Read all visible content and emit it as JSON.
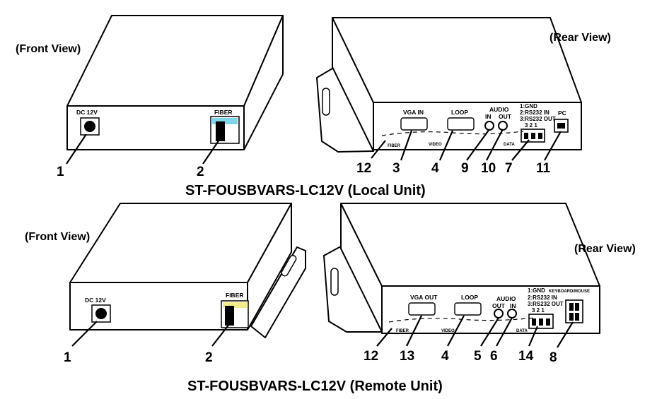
{
  "local_unit": {
    "title": "ST-FOUSBVARS-LC12V (Local Unit)",
    "front": {
      "view_label": "(Front View)",
      "dc_label": "DC 12V",
      "fiber_label": "FIBER"
    },
    "rear": {
      "view_label": "(Rear View)",
      "vga_in_label": "VGA IN",
      "loop_label": "LOOP",
      "audio_label": "AUDIO",
      "audio_in_label": "IN",
      "audio_out_label": "OUT",
      "data_pins": [
        "1:GND",
        "2:RS232 IN",
        "3:RS232 OUT"
      ],
      "pin_numbers": "3 2 1",
      "pc_label": "PC",
      "fiber_small": "FIBER",
      "video_small": "VIDEO",
      "data_small": "DATA"
    },
    "callouts": [
      "1",
      "2",
      "12",
      "3",
      "4",
      "9",
      "10",
      "7",
      "11"
    ]
  },
  "remote_unit": {
    "title": "ST-FOUSBVARS-LC12V (Remote Unit)",
    "front": {
      "view_label": "(Front View)",
      "dc_label": "DC 12V",
      "fiber_label": "FIBER"
    },
    "rear": {
      "view_label": "(Rear View)",
      "vga_out_label": "VGA OUT",
      "loop_label": "LOOP",
      "audio_label": "AUDIO",
      "audio_out_label": "OUT",
      "audio_in_label": "IN",
      "data_pins": [
        "1:GND",
        "2:RS232 IN",
        "3:RS232 OUT"
      ],
      "keyboard_mouse_label": "KEYBOARD/MOUSE",
      "pin_numbers": "3 2 1",
      "fiber_small": "FIBER",
      "video_small": "VIDEO",
      "data_small": "DATA"
    },
    "callouts": [
      "1",
      "2",
      "12",
      "13",
      "4",
      "5",
      "6",
      "14",
      "8"
    ]
  },
  "colors": {
    "local_fiber_band": "#7fd6e8",
    "remote_fiber_band": "#f3ee8a",
    "line": "#000000",
    "background": "#ffffff"
  }
}
